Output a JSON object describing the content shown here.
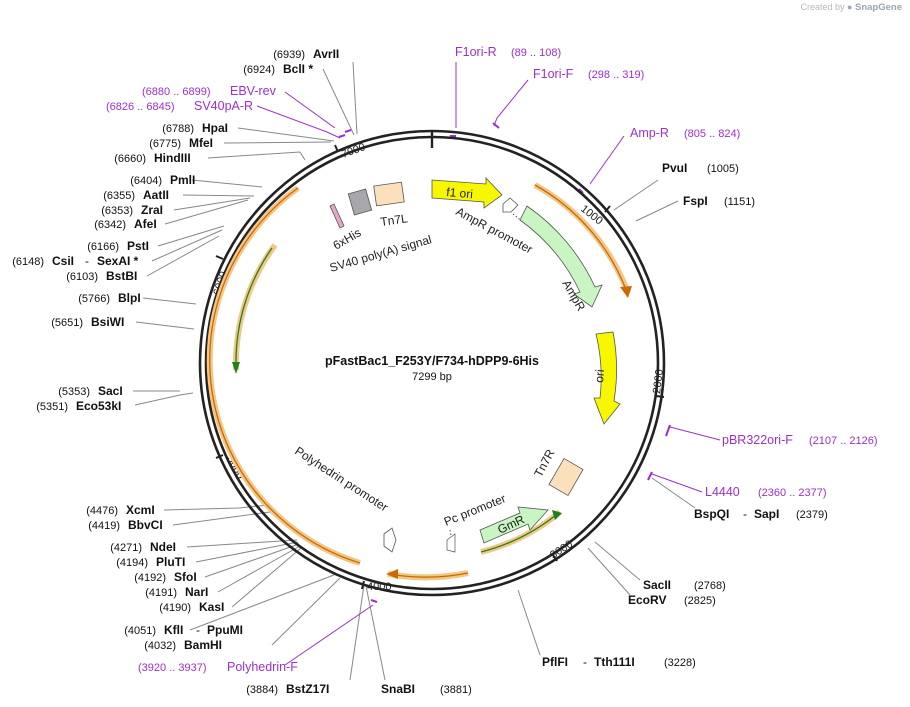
{
  "credit": {
    "prefix": "Created by",
    "brand": "SnapGene"
  },
  "plasmid": {
    "name": "pFastBac1_F253Y/F734-hDPP9-6His",
    "length": "7299 bp"
  },
  "ruler": [
    "1000",
    "2000",
    "3000",
    "4000",
    "5000",
    "6000",
    "7000"
  ],
  "sites": [
    {
      "name": "AvrII",
      "pos": "(6939)"
    },
    {
      "name": "BclI *",
      "pos": "(6924)"
    },
    {
      "name": "HpaI",
      "pos": "(6788)"
    },
    {
      "name": "MfeI",
      "pos": "(6775)"
    },
    {
      "name": "HindIII",
      "pos": "(6660)"
    },
    {
      "name": "PmlI",
      "pos": "(6404)"
    },
    {
      "name": "AatII",
      "pos": "(6355)"
    },
    {
      "name": "ZraI",
      "pos": "(6353)"
    },
    {
      "name": "AfeI",
      "pos": "(6342)"
    },
    {
      "name": "PstI",
      "pos": "(6166)"
    },
    {
      "name": "CsiI",
      "name2": "SexAI *",
      "pos": "(6148)"
    },
    {
      "name": "BstBI",
      "pos": "(6103)"
    },
    {
      "name": "BlpI",
      "pos": "(5766)"
    },
    {
      "name": "BsiWI",
      "pos": "(5651)"
    },
    {
      "name": "SacI",
      "pos": "(5353)"
    },
    {
      "name": "Eco53kI",
      "pos": "(5351)"
    },
    {
      "name": "XcmI",
      "pos": "(4476)"
    },
    {
      "name": "BbvCI",
      "pos": "(4419)"
    },
    {
      "name": "NdeI",
      "pos": "(4271)"
    },
    {
      "name": "PluTI",
      "pos": "(4194)"
    },
    {
      "name": "SfoI",
      "pos": "(4192)"
    },
    {
      "name": "NarI",
      "pos": "(4191)"
    },
    {
      "name": "KasI",
      "pos": "(4190)"
    },
    {
      "name": "KflI",
      "name2": "PpuMI",
      "pos": "(4051)"
    },
    {
      "name": "BamHI",
      "pos": "(4032)"
    },
    {
      "name": "BstZ17I",
      "pos": "(3884)"
    },
    {
      "name": "SnaBI",
      "pos": "(3881)"
    },
    {
      "name": "PflFI",
      "name2": "Tth111I",
      "pos": "(3228)"
    },
    {
      "name": "SacII",
      "pos": "(2768)"
    },
    {
      "name": "EcoRV",
      "pos": "(2825)"
    },
    {
      "name": "BspQI",
      "name2": "SapI",
      "pos": "(2379)"
    },
    {
      "name": "FspI",
      "pos": "(1151)"
    },
    {
      "name": "PvuI",
      "pos": "(1005)"
    }
  ],
  "primers": [
    {
      "name": "F1ori-R",
      "range": "(89 .. 108)"
    },
    {
      "name": "F1ori-F",
      "range": "(298 .. 319)"
    },
    {
      "name": "Amp-R",
      "range": "(805 .. 824)"
    },
    {
      "name": "pBR322ori-F",
      "range": "(2107 .. 2126)"
    },
    {
      "name": "L4440",
      "range": "(2360 .. 2377)"
    },
    {
      "name": "Polyhedrin-F",
      "range": "(3920 .. 3937)"
    },
    {
      "name": "EBV-rev",
      "range": "(6880 .. 6899)"
    },
    {
      "name": "SV40pA-R",
      "range": "(6826 .. 6845)"
    }
  ],
  "features": {
    "f1ori": "f1 ori",
    "ampr_promoter": "AmpR promoter",
    "ampr": "AmpR",
    "ori": "ori",
    "tn7r": "Tn7R",
    "gmr": "GmR",
    "pc_promoter": "Pc promoter",
    "polyhedrin_promoter": "Polyhedrin promoter",
    "sixhis": "6xHis",
    "tn7l": "Tn7L",
    "sv40": "SV40 poly(A) signal"
  },
  "colors": {
    "backbone": "#222222",
    "primer": "#9b30d0",
    "site_line": "#888888",
    "yellow": "#f7f700",
    "green": "#c8f5c2",
    "peach": "#fce0bc",
    "orange_outer": "#f4c686",
    "orange_dark": "#cc6a00",
    "dark_green": "#208020",
    "gray_box": "#a8a8ac",
    "his_pink": "#e6a7c6"
  }
}
